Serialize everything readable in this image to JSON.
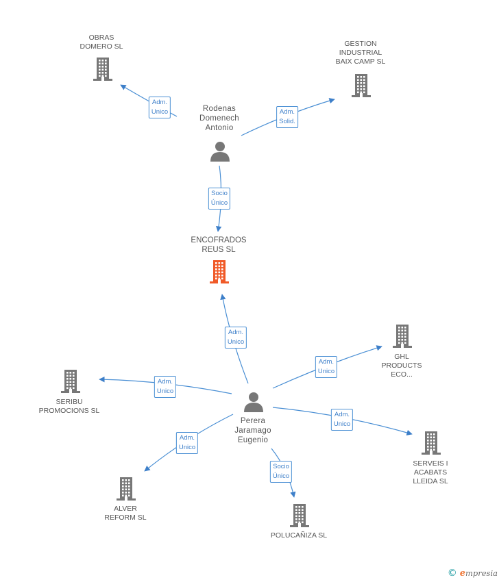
{
  "nodes": [
    {
      "id": "obras",
      "type": "company",
      "label": "OBRAS\nDOMERO SL"
    },
    {
      "id": "gestion",
      "type": "company",
      "label": "GESTION\nINDUSTRIAL\nBAIX CAMP SL"
    },
    {
      "id": "rodenas",
      "type": "person",
      "label": "Rodenas\nDomenech\nAntonio"
    },
    {
      "id": "encofrados",
      "type": "company-focus",
      "label": "ENCOFRADOS\nREUS SL"
    },
    {
      "id": "perera",
      "type": "person",
      "label": "Perera\nJaramago\nEugenio"
    },
    {
      "id": "ghl",
      "type": "company",
      "label": "GHL\nPRODUCTS\nECO..."
    },
    {
      "id": "seribu",
      "type": "company",
      "label": "SERIBU\nPROMOCIONS SL"
    },
    {
      "id": "serveis",
      "type": "company",
      "label": "SERVEIS I\nACABATS\nLLEIDA SL"
    },
    {
      "id": "alver",
      "type": "company",
      "label": "ALVER\nREFORM SL"
    },
    {
      "id": "polucaniza",
      "type": "company",
      "label": "POLUCAÑIZA SL"
    }
  ],
  "edges": [
    {
      "id": "e1",
      "from": "rodenas",
      "to": "obras",
      "label": "Adm.\nUnico"
    },
    {
      "id": "e2",
      "from": "rodenas",
      "to": "gestion",
      "label": "Adm.\nSolid."
    },
    {
      "id": "e3",
      "from": "rodenas",
      "to": "encofrados",
      "label": "Socio\nÚnico"
    },
    {
      "id": "e4",
      "from": "perera",
      "to": "encofrados",
      "label": "Adm.\nUnico"
    },
    {
      "id": "e5",
      "from": "perera",
      "to": "ghl",
      "label": "Adm.\nUnico"
    },
    {
      "id": "e6",
      "from": "perera",
      "to": "seribu",
      "label": "Adm.\nUnico"
    },
    {
      "id": "e7",
      "from": "perera",
      "to": "serveis",
      "label": "Adm.\nUnico"
    },
    {
      "id": "e8",
      "from": "perera",
      "to": "alver",
      "label": "Adm.\nUnico"
    },
    {
      "id": "e9",
      "from": "perera",
      "to": "polucaniza",
      "label": "Socio\nÚnico"
    }
  ],
  "colors": {
    "company": "#777777",
    "company_focus": "#f05a28",
    "person": "#777777",
    "edge": "#4a8fd4",
    "label_text": "#555555"
  },
  "footer": {
    "copyright": "©",
    "brand_initial": "e",
    "brand_rest": "mpresia"
  }
}
